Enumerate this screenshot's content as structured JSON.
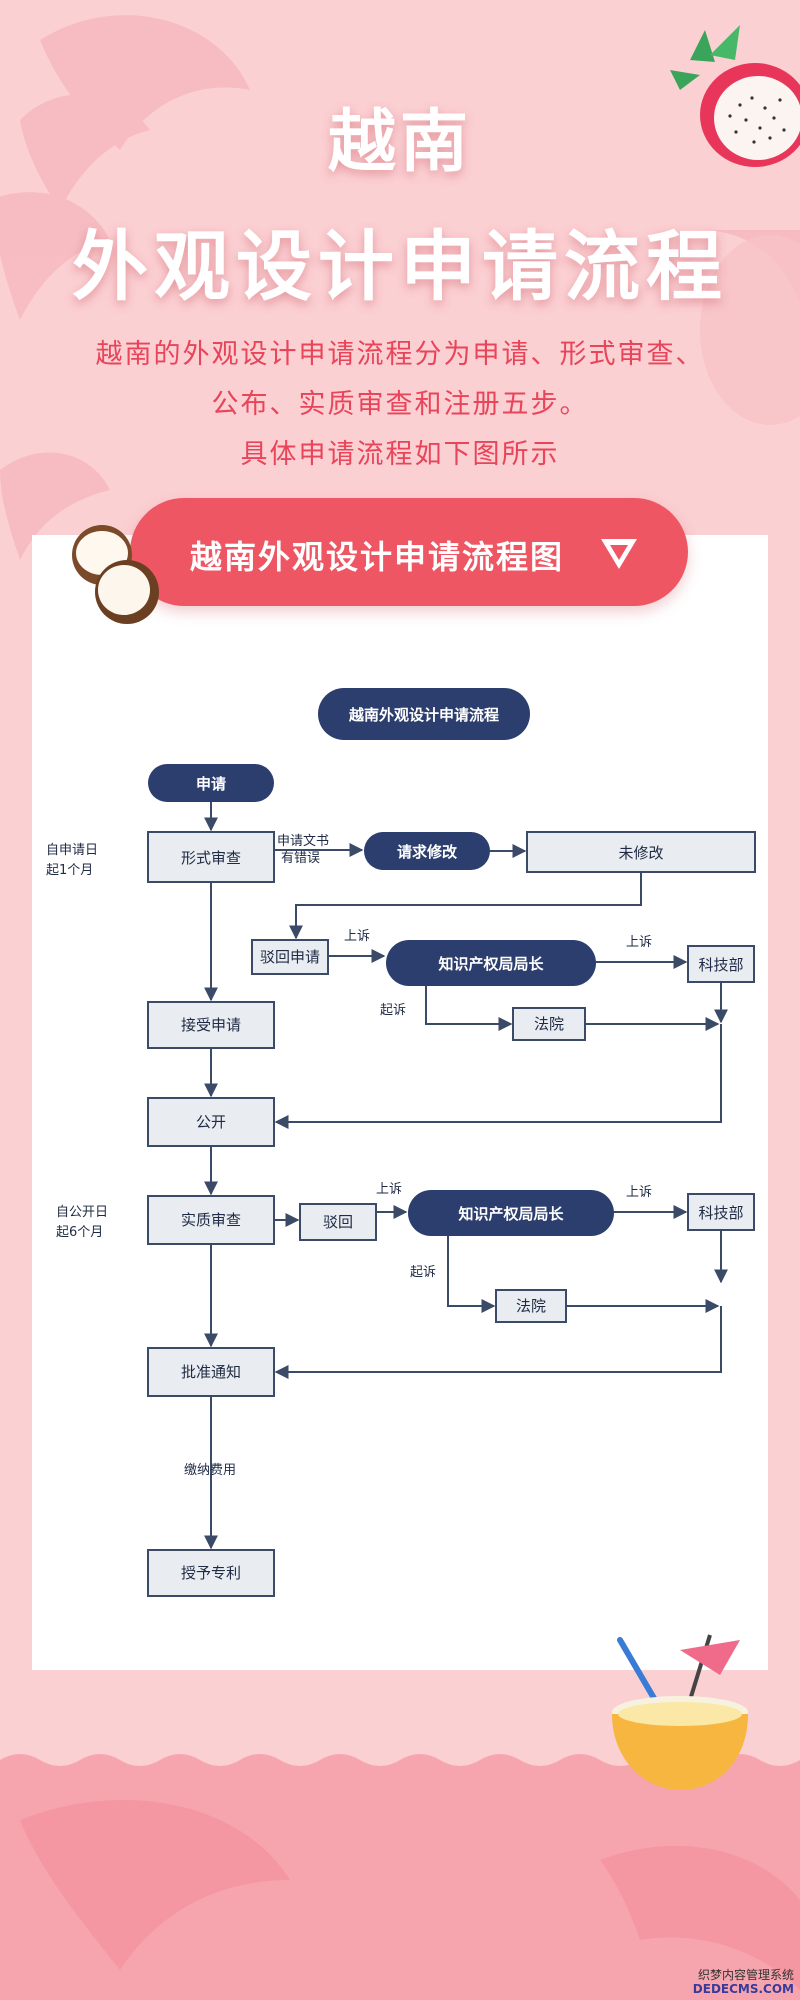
{
  "header": {
    "title_line1": "越南",
    "title_line2": "外观设计申请流程"
  },
  "intro": {
    "line1": "越南的外观设计申请流程分为申请、形式审查、",
    "line2": "公布、实质审查和注册五步。",
    "line3": "具体申请流程如下图所示"
  },
  "banner": {
    "label": "越南外观设计申请流程图"
  },
  "flowchart": {
    "title": "越南外观设计申请流程",
    "nodes": {
      "apply": "申请",
      "formal_exam": "形式审查",
      "request_amend": "请求修改",
      "not_amended": "未修改",
      "reject1": "驳回申请",
      "ip_director1": "知识产权局局长",
      "mst1": "科技部",
      "court1": "法院",
      "accept": "接受申请",
      "publish": "公开",
      "substantive_exam": "实质审查",
      "reject2": "驳回",
      "ip_director2": "知识产权局局长",
      "mst2": "科技部",
      "court2": "法院",
      "approval_notice": "批准通知",
      "grant": "授予专利"
    },
    "labels": {
      "deadline1_line1": "自申请日",
      "deadline1_line2": "起1个月",
      "deadline2_line1": "自公开日",
      "deadline2_line2": "起6个月",
      "defects_line1": "申请文书",
      "defects_line2": "有错误",
      "appeal1": "上诉",
      "appeal2": "上诉",
      "appeal3": "上诉",
      "appeal4": "上诉",
      "sue1": "起诉",
      "sue2": "起诉",
      "pay_fees": "缴纳费用"
    }
  },
  "watermark": {
    "line1": "织梦内容管理系统",
    "line2": "DEDECMS.COM"
  },
  "colors": {
    "background": "#fbd0d3",
    "banner": "#ee5664",
    "intro_text": "#e8445a",
    "navy": "#2c3e6e",
    "box_fill": "#e9ecf1",
    "box_stroke": "#3b4a66"
  }
}
